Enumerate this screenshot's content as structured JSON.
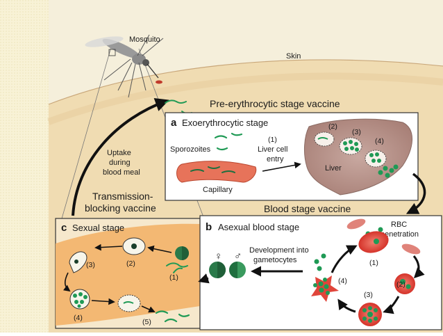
{
  "labels": {
    "mosquito": "Mosquito",
    "skin": "Skin",
    "pre_vaccine": "Pre-erythrocytic stage vaccine",
    "uptake_1": "Uptake",
    "uptake_2": "during",
    "uptake_3": "blood meal",
    "transmission_1": "Transmission-",
    "transmission_2": "blocking vaccine",
    "blood_vaccine": "Blood stage vaccine"
  },
  "panel_a": {
    "letter": "a",
    "title": "Exoerythrocytic stage",
    "sporozoites": "Sporozoites",
    "capillary": "Capillary",
    "step1_num": "(1)",
    "step1_line1": "Liver cell",
    "step1_line2": "entry",
    "liver": "Liver",
    "step2": "(2)",
    "step3": "(3)",
    "step4": "(4)"
  },
  "panel_b": {
    "letter": "b",
    "title": "Asexual blood stage",
    "female_symbol": "♀",
    "male_symbol": "♂",
    "dev_line1": "Development into",
    "dev_line2": "gametocytes",
    "rbc_line1": "RBC",
    "rbc_line2": "penetration",
    "step1": "(1)",
    "step2": "(2)",
    "step3": "(3)",
    "step4": "(4)"
  },
  "panel_c": {
    "letter": "c",
    "title": "Sexual stage",
    "step1": "(1)",
    "step2": "(2)",
    "step3": "(3)",
    "step4": "(4)",
    "step5": "(5)"
  },
  "colors": {
    "left_band": "#f7f0cf",
    "sky": "#f3eed8",
    "skin": "#f0dcb2",
    "panel_c_bg": "#f2b56e",
    "liver": "#b9958d",
    "rbc": "#e0453a",
    "parasite": "#1f9a55",
    "capillary": "#e7735a"
  }
}
